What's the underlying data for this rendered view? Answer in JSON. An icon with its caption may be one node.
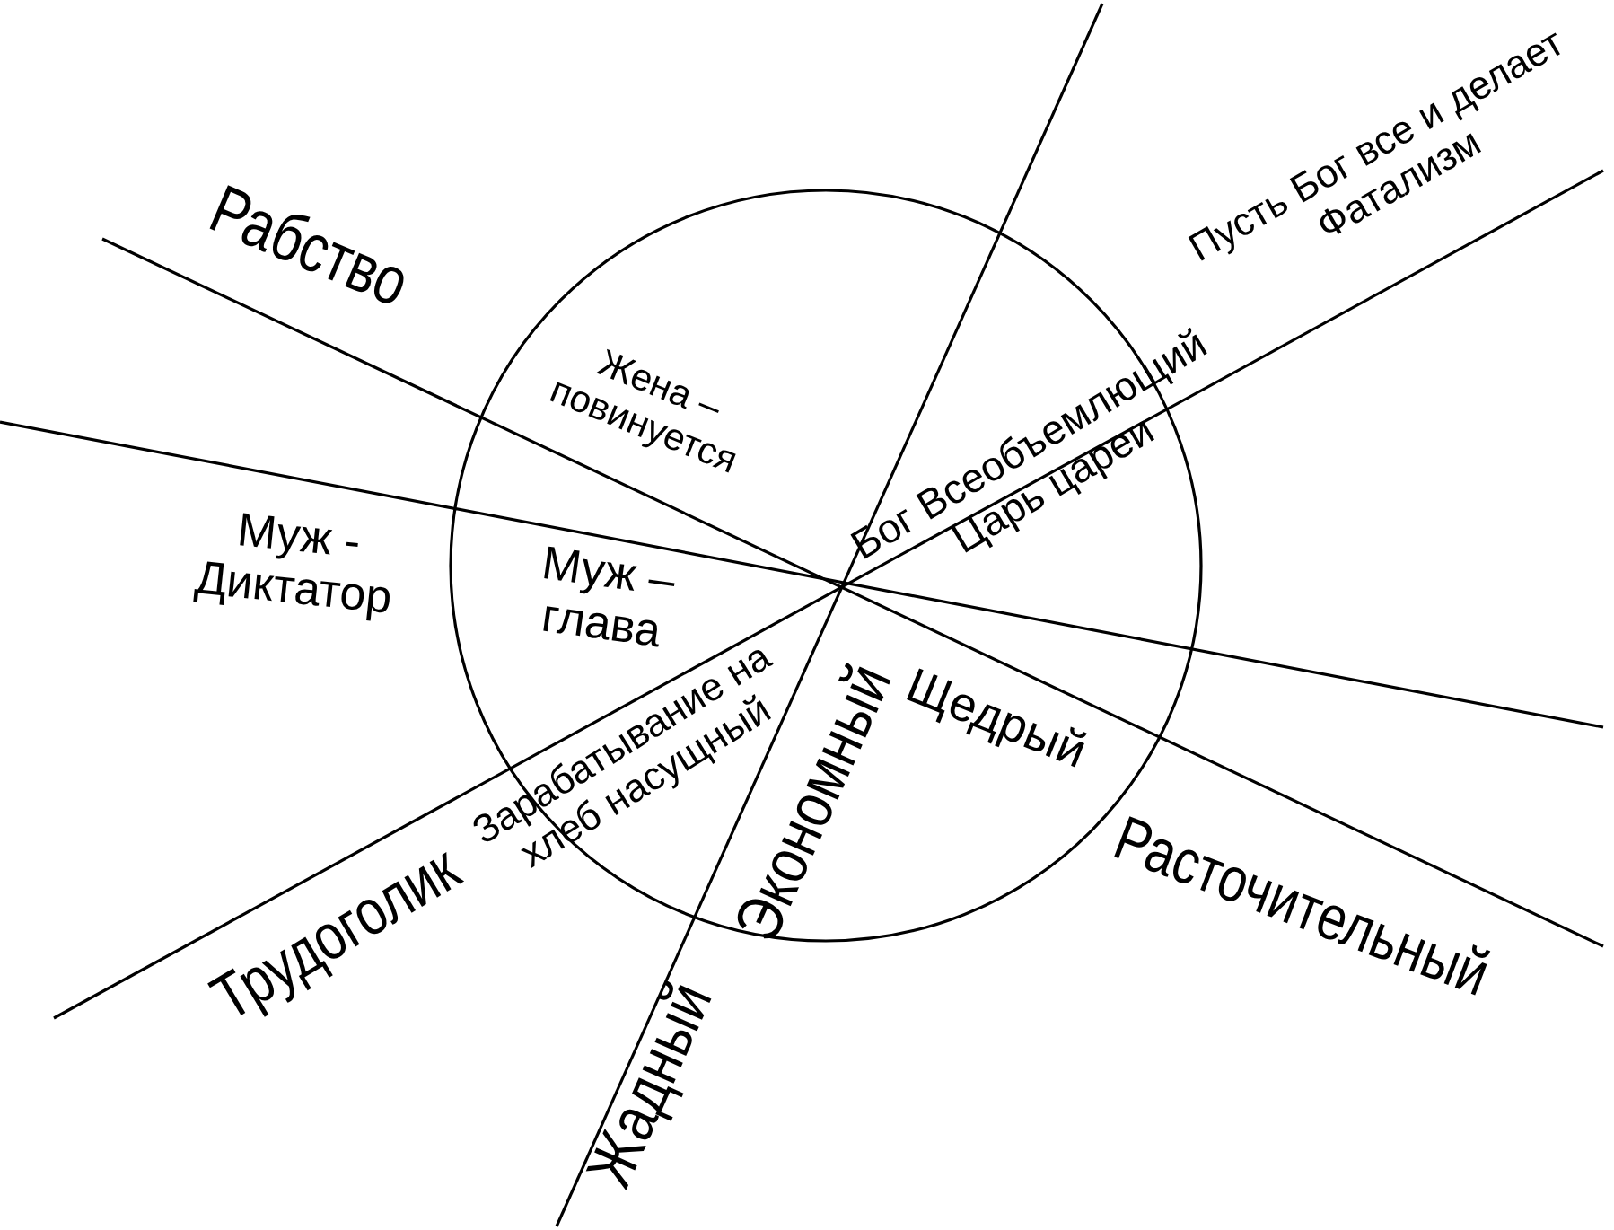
{
  "diagram": {
    "nodes": [
      {
        "text": [
          "Жена – повинуется",
          "Бог Всеобъемлющий Царь цареи",
          "Муж – глава",
          "Щедрый",
          "Зарабатывание на хлеб насущный",
          "Экономный"
        ]
      }
    ],
    "labels": [
      "Пусть Бог все и делает Фатализм",
      "Рабство",
      "Муж - Диктатор",
      "Расточительный",
      "Трудоголик",
      "Жадный"
    ]
  }
}
